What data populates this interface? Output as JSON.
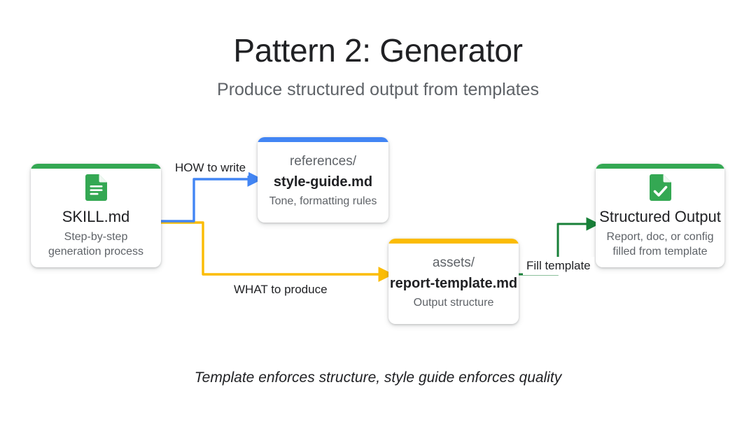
{
  "header": {
    "title": "Pattern 2: Generator",
    "subtitle": "Produce structured output from templates"
  },
  "caption": "Template enforces structure, style guide enforces quality",
  "colors": {
    "green": "#34A853",
    "green_dark": "#188038",
    "blue": "#4285F4",
    "yellow": "#FBBC04",
    "text_primary": "#202124",
    "text_secondary": "#5F6368",
    "background": "#FFFFFF"
  },
  "nodes": [
    {
      "id": "skill",
      "accent": "#34A853",
      "icon": "document-lines-icon",
      "eyebrow": "",
      "title": "SKILL.md",
      "subtitle": "Step-by-step\ngeneration process"
    },
    {
      "id": "references",
      "accent": "#4285F4",
      "icon": "",
      "eyebrow": "references/",
      "title": "style-guide.md",
      "subtitle": "Tone, formatting rules"
    },
    {
      "id": "assets",
      "accent": "#FBBC04",
      "icon": "",
      "eyebrow": "assets/",
      "title": "report-template.md",
      "subtitle": "Output structure"
    },
    {
      "id": "output",
      "accent": "#34A853",
      "icon": "document-check-icon",
      "eyebrow": "",
      "title": "Structured Output",
      "subtitle": "Report, doc, or config\nfilled from template"
    }
  ],
  "edges": [
    {
      "id": "how",
      "label": "HOW to write",
      "color": "#4285F4",
      "from": "skill",
      "to": "references"
    },
    {
      "id": "what",
      "label": "WHAT to produce",
      "color": "#FBBC04",
      "from": "skill",
      "to": "assets"
    },
    {
      "id": "fill",
      "label": "Fill template",
      "color": "#188038",
      "from": "assets",
      "to": "output"
    }
  ]
}
